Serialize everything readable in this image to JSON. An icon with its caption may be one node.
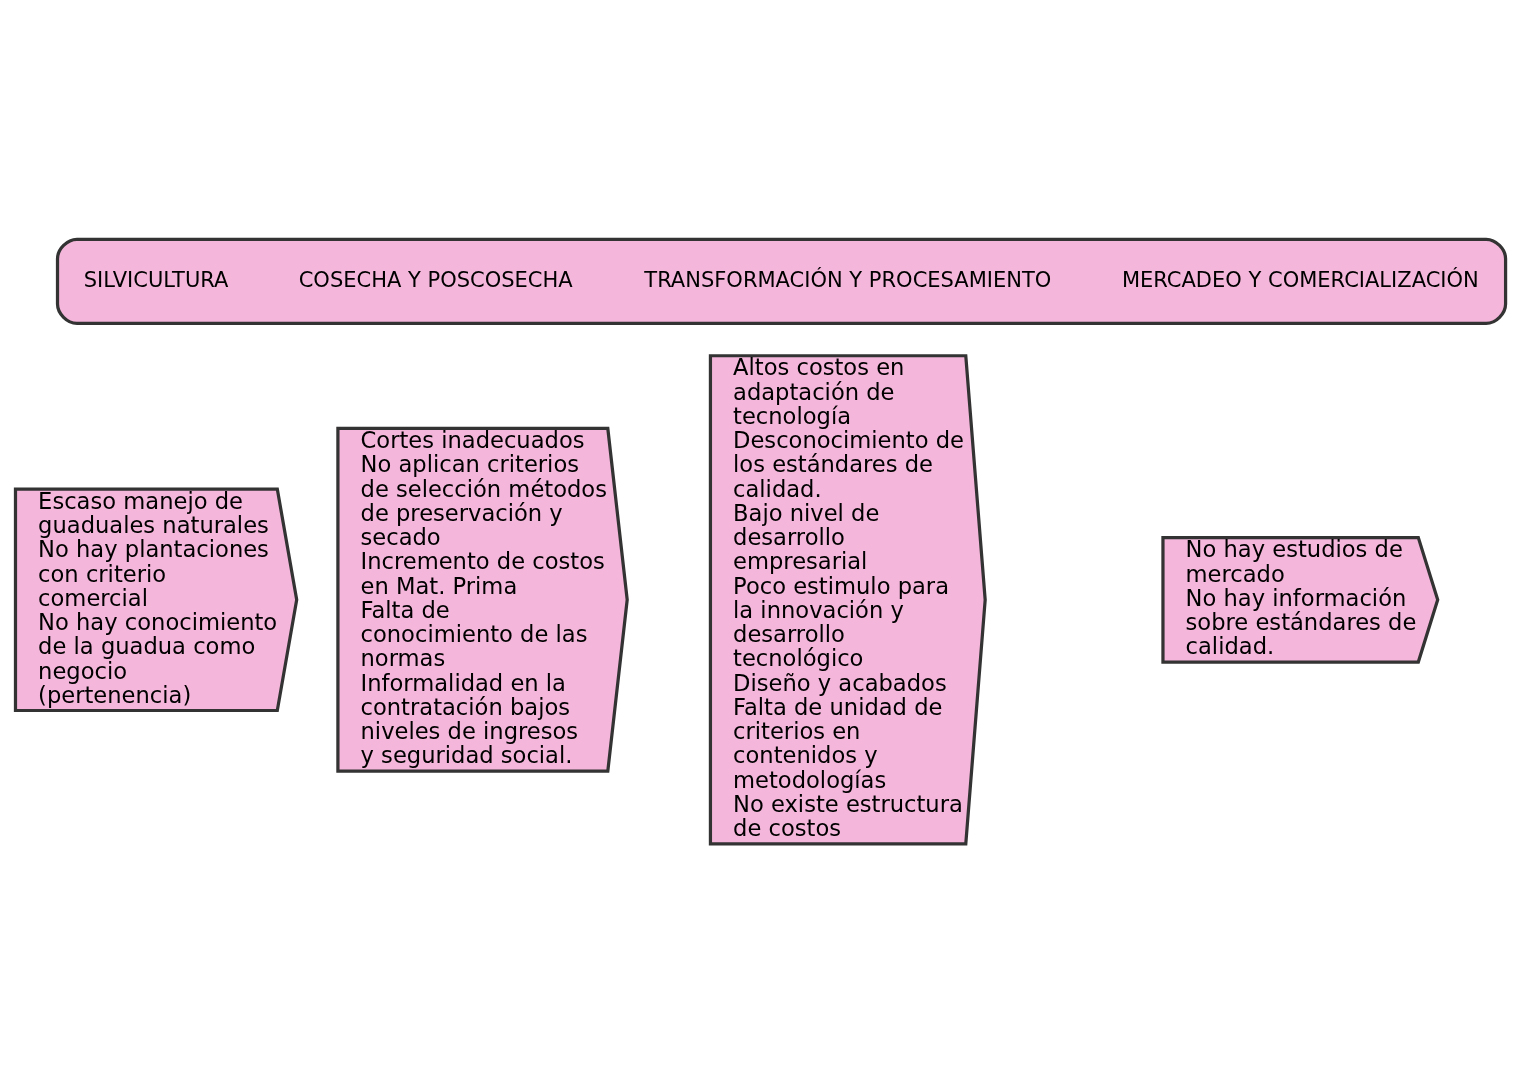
{
  "diagram": {
    "nodes": [
      {
        "text": [],
        "shape": "arrow"
      },
      {
        "text": [
          "SILVICULTURA"
        ],
        "in": 0
      },
      {
        "text": [
          "COSECHA Y POSCOSECHA"
        ],
        "in": 0
      },
      {
        "text": [
          "TRANSFORMACIÓN Y PROCESAMIENTO"
        ],
        "in": 0
      },
      {
        "text": [
          "MERCADEO Y COMERCIALIZACIÓN"
        ],
        "in": 0
      },
      {
        "text": [
          "Escaso manejo de guaduales naturales",
          "No hay plantaciones con criterio comercial",
          "No hay conocimiento de la guadua como negocio (pertenencia)"
        ]
      },
      {
        "text": [
          "Cortes inadecuados",
          "No aplican criterios de selección métodos de preservación y secado",
          "Incremento de costos en Mat. Prima",
          "Falta de conocimiento de las normas",
          "Informalidad en la contratación bajos niveles de ingresos y seguridad social."
        ]
      },
      {
        "text": [
          "Altos costos en adaptación de tecnología",
          "Desconocimiento de los estándares de calidad.",
          "Bajo nivel de desarrollo empresarial",
          "Poco estimulo para la innovación y desarrollo tecnológico",
          "Diseño y acabados",
          "Falta de unidad de criterios en contenidos y metodologías",
          "No existe estructura de costos"
        ]
      },
      {
        "text": [
          "No hay estudios de mercado",
          "No hay información sobre estándares de calidad."
        ]
      }
    ],
    "edges": []
  }
}
